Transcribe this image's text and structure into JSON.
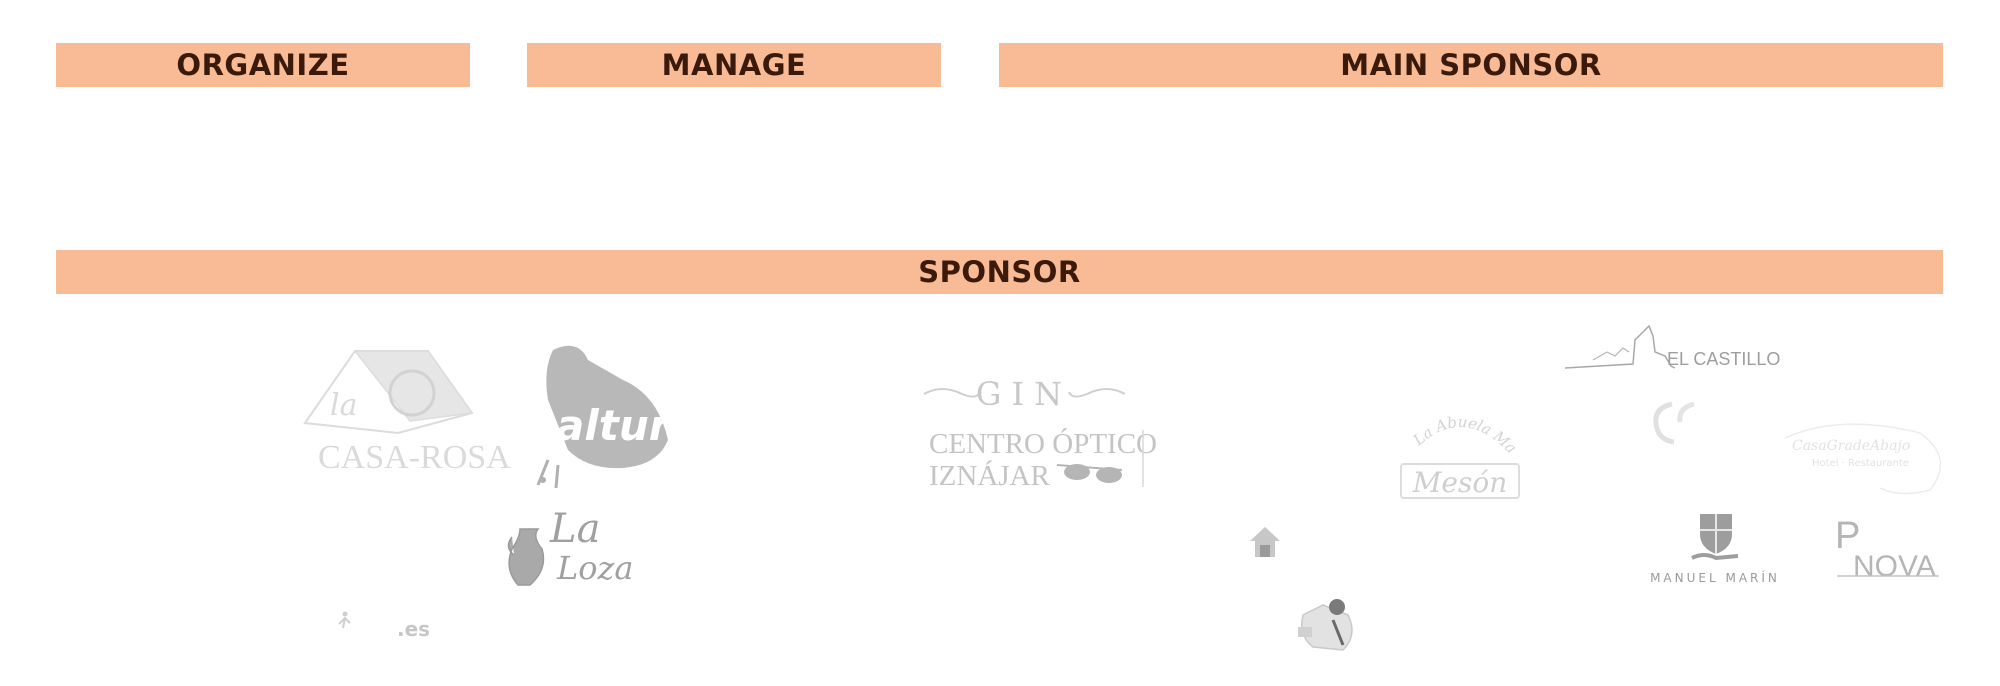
{
  "sections": {
    "organize": "ORGANIZE",
    "manage": "MANAGE",
    "main_sponsor": "MAIN SPONSOR",
    "sponsor": "SPONSOR"
  },
  "logos": {
    "casa_rosa": {
      "line1": "la",
      "line2": "CASA-ROSA",
      "icon": "house-icon"
    },
    "altur": {
      "text": "altur",
      "icon": "farmer-icon"
    },
    "la_loza": {
      "line1": "La",
      "line2": "Loza",
      "icon": "jug-icon"
    },
    "dot_es": {
      "text": ".es",
      "icon": "runner-icon"
    },
    "gin": {
      "text": "GIN",
      "icon": "ornament-icon"
    },
    "centro_optico": {
      "line1": "CENTRO ÓPTICO",
      "line2": "IZNÁJAR",
      "icon": "sunglasses-icon"
    },
    "house_small": {
      "icon": "house-icon"
    },
    "cook": {
      "icon": "cook-icon"
    },
    "meson": {
      "arc": "La Abuela María",
      "text": "Mesón"
    },
    "el_castillo": {
      "text": "EL CASTILLO",
      "icon": "castle-icon"
    },
    "double_c": {
      "icon": "double-c-icon"
    },
    "casa_abajo": {
      "line1": "CasaGradeAbajo",
      "line2": "Hotel · Restaurante"
    },
    "manuel_marin": {
      "text": "MANUEL MARÍN",
      "icon": "shield-hand-icon"
    },
    "pn_nova": {
      "line1": "P",
      "line2": "NOVA",
      "icon": "pn-icon"
    }
  }
}
